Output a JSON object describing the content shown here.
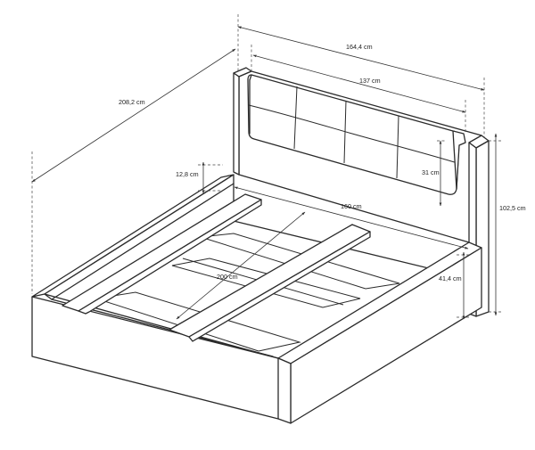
{
  "dimensions": {
    "total_width": "164,4 cm",
    "headboard_panel_width": "137 cm",
    "total_length": "208,2 cm",
    "total_height": "102,5 cm",
    "mattress_width": "160 cm",
    "mattress_length": "200 cm",
    "panel_height": "31 cm",
    "frame_height": "41,4 cm",
    "side_rail_height": "12,8 cm"
  },
  "colors": {
    "line": "#2b2b2b",
    "background": "#ffffff"
  }
}
